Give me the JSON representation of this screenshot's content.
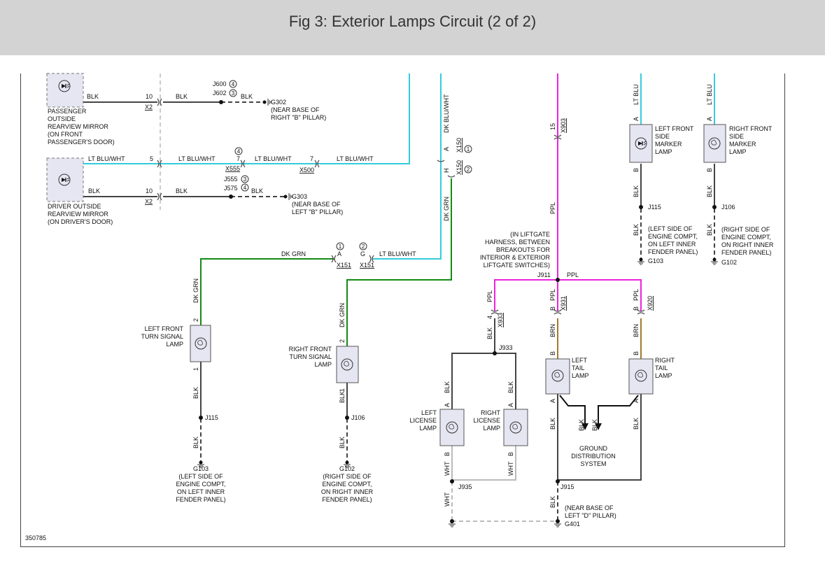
{
  "title": "Fig 3: Exterior Lamps Circuit (2 of 2)",
  "figure_number": "350785",
  "colors": {
    "ltblu_wht": "#33ccdd",
    "ppl": "#ee22dd",
    "dkgrn": "#138a13",
    "brn": "#a07a30",
    "wht": "#bbbbbb",
    "blk": "#444444",
    "header_bg": "#d3d3d3",
    "component_fill": "#e6e6f2"
  },
  "components": {
    "pass_mirror": [
      "PASSENGER",
      "OUTSIDE",
      "REARVIEW MIRROR",
      "(ON FRONT",
      "PASSENGER'S DOOR)"
    ],
    "drv_mirror": [
      "DRIVER OUTSIDE",
      "REARVIEW MIRROR",
      "(ON DRIVER'S DOOR)"
    ],
    "lf_turn": [
      "LEFT FRONT",
      "TURN SIGNAL",
      "LAMP"
    ],
    "rf_turn": [
      "RIGHT FRONT",
      "TURN SIGNAL",
      "LAMP"
    ],
    "lf_marker": [
      "LEFT FRONT",
      "SIDE",
      "MARKER",
      "LAMP"
    ],
    "rf_marker": [
      "RIGHT FRONT",
      "SIDE",
      "MARKER",
      "LAMP"
    ],
    "left_license": [
      "LEFT",
      "LICENSE",
      "LAMP"
    ],
    "right_license": [
      "RIGHT",
      "LICENSE",
      "LAMP"
    ],
    "left_tail": [
      "LEFT",
      "TAIL",
      "LAMP"
    ],
    "right_tail": [
      "RIGHT",
      "TAIL",
      "LAMP"
    ],
    "gds": [
      "GROUND",
      "DISTRIBUTION",
      "SYSTEM"
    ]
  },
  "grounds": {
    "g302": [
      "G302",
      "(NEAR BASE OF",
      "RIGHT \"B\" PILLAR)"
    ],
    "g303": [
      "G303",
      "(NEAR BASE OF",
      "LEFT \"B\" PILLAR)"
    ],
    "g103_lower": [
      "G103",
      "(LEFT SIDE OF",
      "ENGINE COMPT,",
      "ON LEFT INNER",
      "FENDER PANEL)"
    ],
    "g102_lower": [
      "G102",
      "(RIGHT SIDE OF",
      "ENGINE COMPT,",
      "ON RIGHT INNER",
      "FENDER PANEL)"
    ],
    "g103_upper_desc": [
      "(LEFT SIDE OF",
      "ENGINE COMPT,",
      "ON LEFT INNER",
      "FENDER PANEL)"
    ],
    "g103_upper": "G103",
    "g102_upper_desc": [
      "(RIGHT SIDE OF",
      "ENGINE COMPT,",
      "ON RIGHT INNER",
      "FENDER PANEL)"
    ],
    "g102_upper": "G102",
    "g401_desc": [
      "(NEAR BASE OF",
      "LEFT \"D\" PILLAR)"
    ],
    "g401": "G401"
  },
  "notes": {
    "liftgate": [
      "(IN LIFTGATE",
      "HARNESS, BETWEEN",
      "BREAKOUTS FOR",
      "INTERIOR & EXTERIOR",
      "LIFTGATE SWITCHES)"
    ]
  },
  "labels": {
    "blk": "BLK",
    "lt_blu_wht": "LT BLU/WHT",
    "dk_grn": "DK GRN",
    "dk_blu_wht": "DK BLU/WHT",
    "lt_blu": "LT BLU",
    "ppl": "PPL",
    "brn": "BRN",
    "wht": "WHT",
    "x2": "X2",
    "x555": "X555",
    "x500": "X500",
    "x150": "X150",
    "x151": "X151",
    "x903": "X903",
    "x933": "X933",
    "x931": "X931",
    "x920": "X920",
    "j600": "J600",
    "j602": "J602",
    "j555": "J555",
    "j575": "J575",
    "j115": "J115",
    "j106": "J106",
    "j911": "J911",
    "j933": "J933",
    "j935": "J935",
    "j915": "J915",
    "pin_10": "10",
    "pin_5": "5",
    "pin_7": "7",
    "pin_15": "15",
    "pin_4": "4",
    "pin_2": "2",
    "pin_1": "1",
    "pin_a": "A",
    "pin_b": "B",
    "pin_g": "G",
    "pin_h": "H",
    "circ_1": "1",
    "circ_2": "2",
    "circ_3": "3",
    "circ_4": "4"
  }
}
